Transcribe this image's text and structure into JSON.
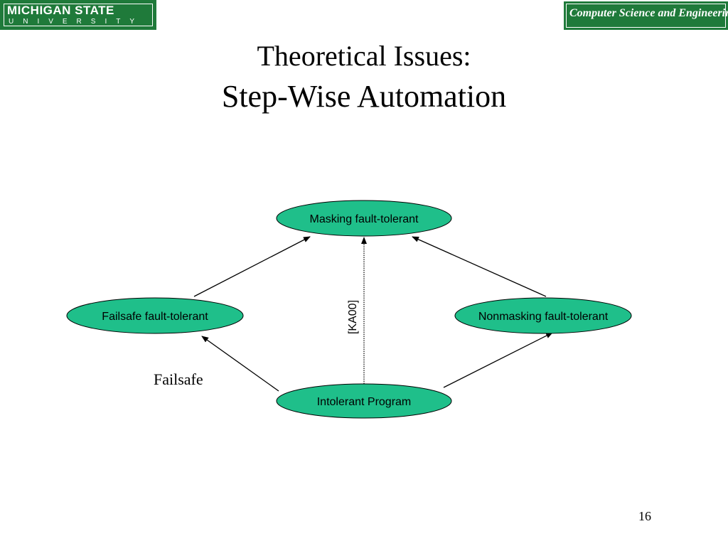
{
  "logos": {
    "left_line1": "MICHIGAN STATE",
    "left_line2": "UNIVERSITY",
    "right": "Computer Science and Engineering"
  },
  "slide": {
    "title_line1": "Theoretical Issues:",
    "title_line2": "Step-Wise Automation",
    "page_number": "16"
  },
  "diagram": {
    "nodes": {
      "masking": "Masking fault-tolerant",
      "failsafe": "Failsafe fault-tolerant",
      "nonmasking": "Nonmasking fault-tolerant",
      "intolerant": "Intolerant Program"
    },
    "labels": {
      "ka00": "[KA00]",
      "failsafe_edge": "Failsafe"
    },
    "node_fill": "#1fbf8a",
    "edge_color": "#000000"
  }
}
